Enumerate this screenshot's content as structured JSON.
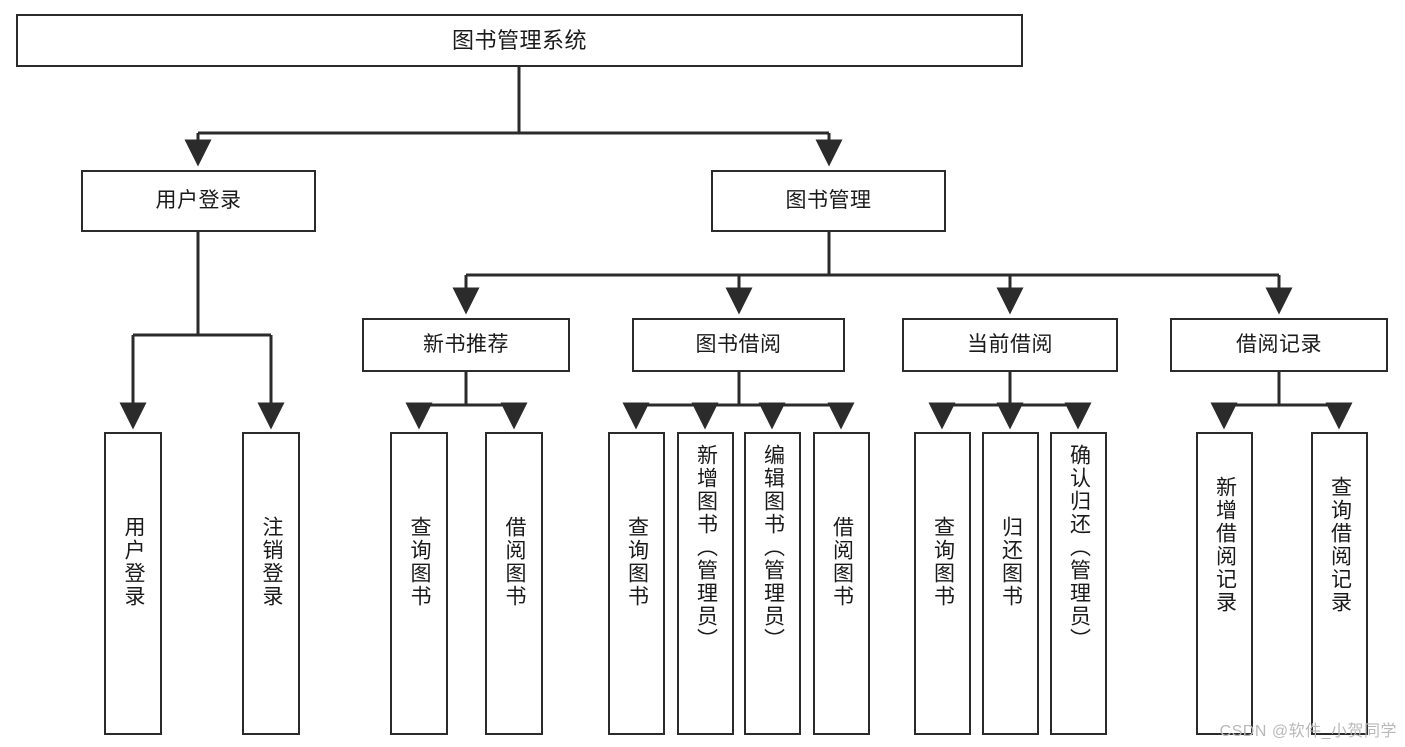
{
  "diagram": {
    "title": "图书管理系统",
    "type": "functional-structure-tree",
    "watermark": "CSDN @软件_小贺同学",
    "colors": {
      "background": "#ffffff",
      "node_border": "#2b2b2b",
      "node_fill": "#ffffff",
      "text": "#1a1a1a",
      "edge": "#2b2b2b",
      "watermark": "#b9b9b9"
    },
    "levels": {
      "root": {
        "label": "图书管理系统"
      },
      "modules": [
        {
          "id": "user-login",
          "label": "用户登录"
        },
        {
          "id": "book-manage",
          "label": "图书管理"
        }
      ],
      "submodules": [
        {
          "id": "new-book-recommend",
          "label": "新书推荐",
          "parent": "book-manage"
        },
        {
          "id": "book-borrow",
          "label": "图书借阅",
          "parent": "book-manage"
        },
        {
          "id": "current-borrow",
          "label": "当前借阅",
          "parent": "book-manage"
        },
        {
          "id": "borrow-record",
          "label": "借阅记录",
          "parent": "book-manage"
        }
      ],
      "leaves": [
        {
          "id": "leaf-user-login",
          "label": "用户登录",
          "parent": "user-login"
        },
        {
          "id": "leaf-user-logout",
          "label": "注销登录",
          "parent": "user-login"
        },
        {
          "id": "leaf-query-book-rec",
          "label": "查询图书",
          "parent": "new-book-recommend"
        },
        {
          "id": "leaf-borrow-book-rec",
          "label": "借阅图书",
          "parent": "new-book-recommend"
        },
        {
          "id": "leaf-query-book-borrow",
          "label": "查询图书",
          "parent": "book-borrow"
        },
        {
          "id": "leaf-add-book",
          "label": "新增图书（管理员）",
          "parent": "book-borrow"
        },
        {
          "id": "leaf-edit-book",
          "label": "编辑图书（管理员）",
          "parent": "book-borrow"
        },
        {
          "id": "leaf-borrow-book",
          "label": "借阅图书",
          "parent": "book-borrow"
        },
        {
          "id": "leaf-query-book-cur",
          "label": "查询图书",
          "parent": "current-borrow"
        },
        {
          "id": "leaf-return-book",
          "label": "归还图书",
          "parent": "current-borrow"
        },
        {
          "id": "leaf-confirm-return",
          "label": "确认归还（管理员）",
          "parent": "current-borrow"
        },
        {
          "id": "leaf-add-record",
          "label": "新增借阅记录",
          "parent": "borrow-record"
        },
        {
          "id": "leaf-query-record",
          "label": "查询借阅记录",
          "parent": "borrow-record"
        }
      ]
    }
  }
}
